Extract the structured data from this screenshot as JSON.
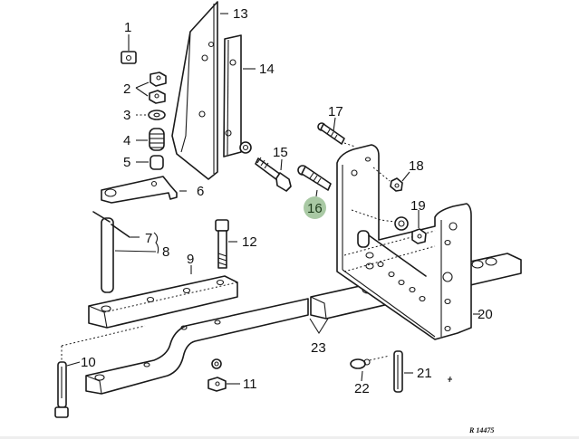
{
  "diagram": {
    "type": "exploded-parts-view",
    "reference": "R 14475",
    "highlight_color": "#a9c9a4",
    "highlighted_part": "16",
    "callouts": [
      {
        "id": "c1",
        "label": "1"
      },
      {
        "id": "c2",
        "label": "2"
      },
      {
        "id": "c3",
        "label": "3"
      },
      {
        "id": "c4",
        "label": "4"
      },
      {
        "id": "c5",
        "label": "5"
      },
      {
        "id": "c6",
        "label": "6"
      },
      {
        "id": "c7",
        "label": "7"
      },
      {
        "id": "c8",
        "label": "8"
      },
      {
        "id": "c9",
        "label": "9"
      },
      {
        "id": "c10",
        "label": "10"
      },
      {
        "id": "c11",
        "label": "11"
      },
      {
        "id": "c12",
        "label": "12"
      },
      {
        "id": "c13",
        "label": "13"
      },
      {
        "id": "c14",
        "label": "14"
      },
      {
        "id": "c15",
        "label": "15"
      },
      {
        "id": "c16",
        "label": "16"
      },
      {
        "id": "c17",
        "label": "17"
      },
      {
        "id": "c18",
        "label": "18"
      },
      {
        "id": "c19",
        "label": "19"
      },
      {
        "id": "c20",
        "label": "20"
      },
      {
        "id": "c21",
        "label": "21"
      },
      {
        "id": "c22",
        "label": "22"
      },
      {
        "id": "c23",
        "label": "23"
      }
    ]
  }
}
